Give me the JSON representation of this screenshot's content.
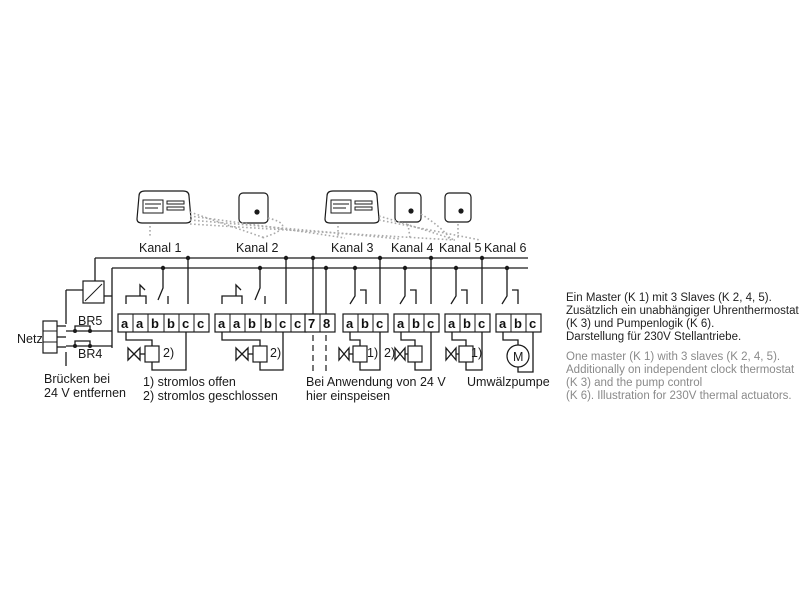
{
  "channels": [
    "Kanal 1",
    "Kanal 2",
    "Kanal 3",
    "Kanal 4",
    "Kanal 5",
    "Kanal 6"
  ],
  "power": {
    "netz": "Netz",
    "br5": "BR5",
    "br4": "BR4",
    "bridge_note_1": "Brücken bei",
    "bridge_note_2": "24 V entfernen"
  },
  "terminals": {
    "group1": [
      "a",
      "a",
      "b",
      "b",
      "c",
      "c"
    ],
    "group2": [
      "a",
      "a",
      "b",
      "b",
      "c",
      "c"
    ],
    "low_voltage": [
      "7",
      "8"
    ],
    "group3": [
      "a",
      "b",
      "c"
    ],
    "group4": [
      "a",
      "b",
      "c"
    ],
    "group5": [
      "a",
      "b",
      "c"
    ],
    "group6": [
      "a",
      "b",
      "c"
    ]
  },
  "valve_marks": {
    "two": "2)",
    "one": "1)",
    "motor": "M"
  },
  "notes": {
    "legend_1": "1) stromlos offen",
    "legend_2": "2) stromlos geschlossen",
    "feed_1": "Bei Anwendung von 24 V",
    "feed_2": "hier einspeisen",
    "pump": "Umwälzpumpe"
  },
  "description_de": [
    "Ein Master (K 1) mit 3 Slaves (K 2, 4, 5).",
    "Zusätzlich ein unabhängiger Uhrenthermostat",
    "(K 3) und Pumpenlogik (K 6).",
    "Darstellung für 230V Stellantriebe."
  ],
  "description_en": [
    "One master (K 1) with 3 slaves (K 2, 4, 5).",
    "Additionally on independent clock thermostat",
    "(K 3) and the pump control",
    "(K 6). Illustration for 230V thermal actuators."
  ]
}
